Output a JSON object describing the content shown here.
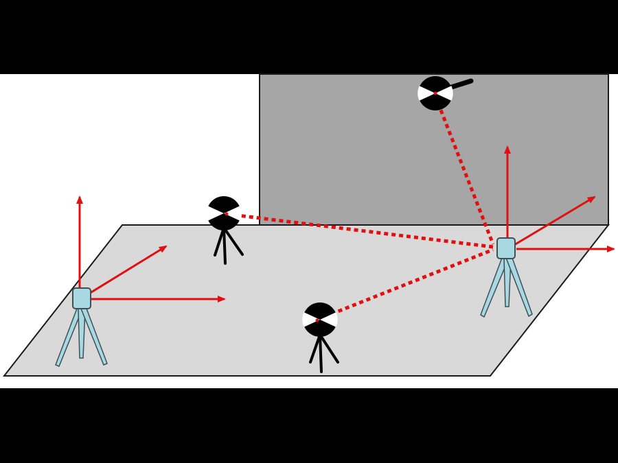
{
  "diagram": {
    "description_free": true,
    "colors": {
      "letterbox": "#000000",
      "background": "#ffffff",
      "floor": "#d9d9d9",
      "wall": "#a6a6a6",
      "outline": "#1a1a1a",
      "axis": "#e01010",
      "sightline": "#e01010",
      "instrument_body": "#a8d8e2",
      "instrument_stroke": "#3f4f54",
      "target_dark": "#000000",
      "target_light": "#ffffff",
      "stand": "#000000"
    },
    "elements": {
      "floor_plane": "floor",
      "wall_plane": "wall",
      "instruments": [
        "total-station-left",
        "total-station-right"
      ],
      "targets": [
        "target-wall",
        "target-floor-back",
        "target-floor-front"
      ],
      "sightlines": [
        "to-target-wall",
        "to-target-floor-back",
        "to-target-floor-front"
      ]
    },
    "icons": [
      "tripod-icon",
      "sphere-target-icon",
      "axis-arrow-icon"
    ]
  }
}
